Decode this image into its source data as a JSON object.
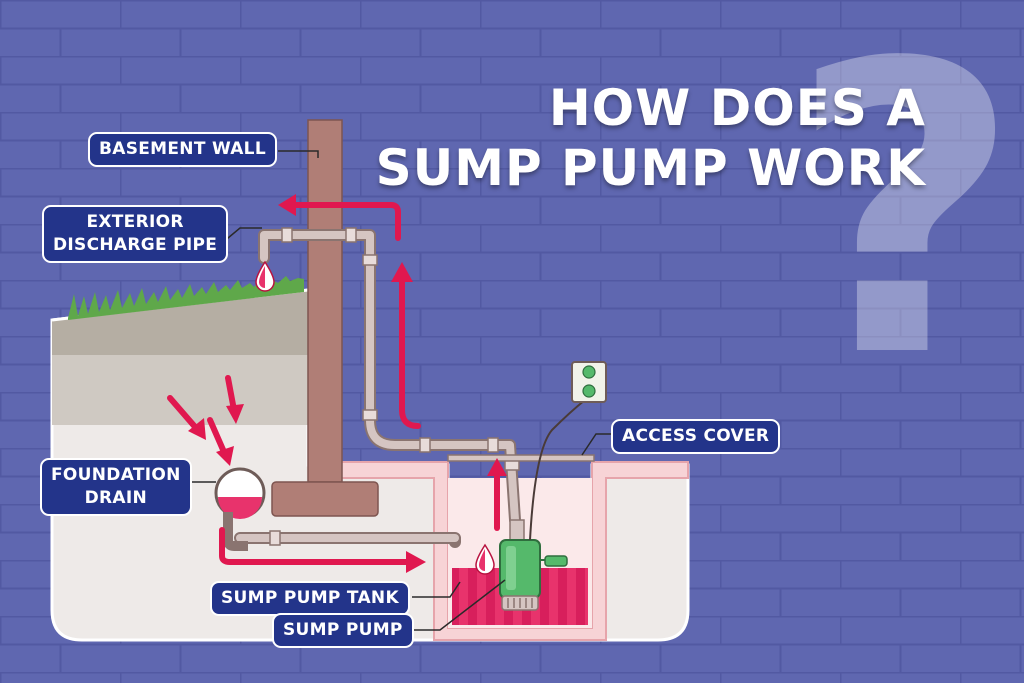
{
  "title": {
    "line1": "HOW DOES A",
    "line2": "SUMP PUMP WORK"
  },
  "decor": {
    "question_mark": "?"
  },
  "labels": {
    "basement_wall": "BASEMENT WALL",
    "exterior_discharge_pipe_line1": "EXTERIOR",
    "exterior_discharge_pipe_line2": "DISCHARGE PIPE",
    "foundation_drain_line1": "FOUNDATION",
    "foundation_drain_line2": "DRAIN",
    "access_cover": "ACCESS COVER",
    "sump_pump_tank": "SUMP PUMP TANK",
    "sump_pump": "SUMP PUMP"
  },
  "colors": {
    "background": "#5f67b0",
    "label_fill": "#23348a",
    "arrow": "#e0184f",
    "wall": "#b07e76",
    "pipe": "#d5c5c2",
    "tank": "#f7d3d6",
    "water": "#e8336c",
    "pump": "#55b96b",
    "ground": "#eeeae8",
    "soil": "#b5aea3"
  }
}
